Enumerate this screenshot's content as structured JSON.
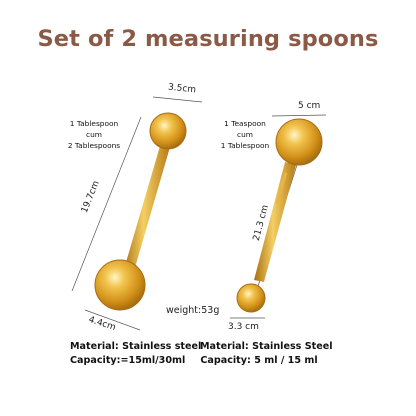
{
  "title": "Set of 2 measuring spoons",
  "left_spoon": {
    "label_lines": [
      "1 Tablespoon",
      "cum",
      "2 Tablespoons"
    ],
    "dim_top": "3.5cm",
    "dim_length": "19.7cm",
    "dim_bottom": "4.4cm",
    "material": "Material: Stainless steel",
    "capacity": "Capacity:=15ml/30ml"
  },
  "right_spoon": {
    "label_lines": [
      "1 Teaspoon",
      "cum",
      "1 Tablespoon"
    ],
    "dim_top": "5 cm",
    "dim_length": "21.3 cm",
    "dim_bottom": "3.3 cm",
    "material": "Material: Stainless Steel",
    "capacity": "Capacity: 5 ml / 15 ml"
  },
  "weight": "weight:53g",
  "colors": {
    "title": "#8b5a46",
    "gold": "#d9a11e"
  }
}
